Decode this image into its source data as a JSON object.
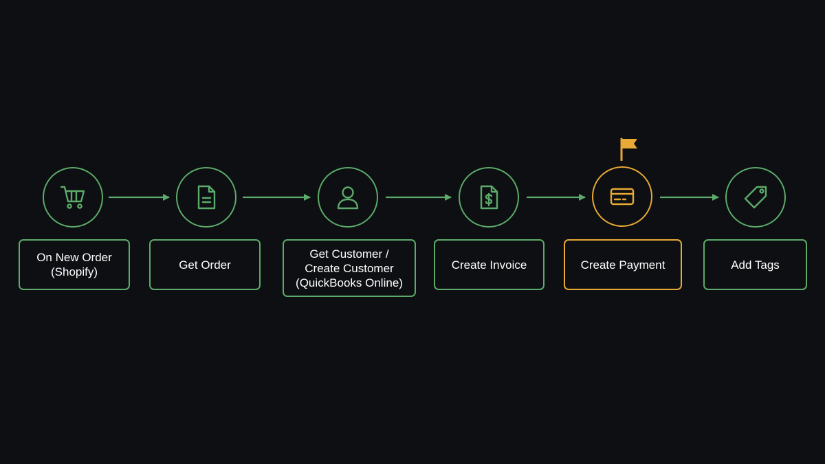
{
  "colors": {
    "background": "#0d0f12",
    "accent_green": "#5cab6a",
    "accent_active": "#e8a935",
    "text": "#ffffff"
  },
  "steps": [
    {
      "label": "On New Order\n(Shopify)",
      "icon": "shopping-cart-icon",
      "active": false
    },
    {
      "label": "Get Order",
      "icon": "document-icon",
      "active": false
    },
    {
      "label": "Get Customer /\nCreate Customer\n(QuickBooks Online)",
      "icon": "user-icon",
      "active": false
    },
    {
      "label": "Create Invoice",
      "icon": "invoice-dollar-icon",
      "active": false
    },
    {
      "label": "Create Payment",
      "icon": "credit-card-icon",
      "active": true
    },
    {
      "label": "Add Tags",
      "icon": "tag-icon",
      "active": false
    }
  ],
  "current_step_marker": "flag-icon"
}
